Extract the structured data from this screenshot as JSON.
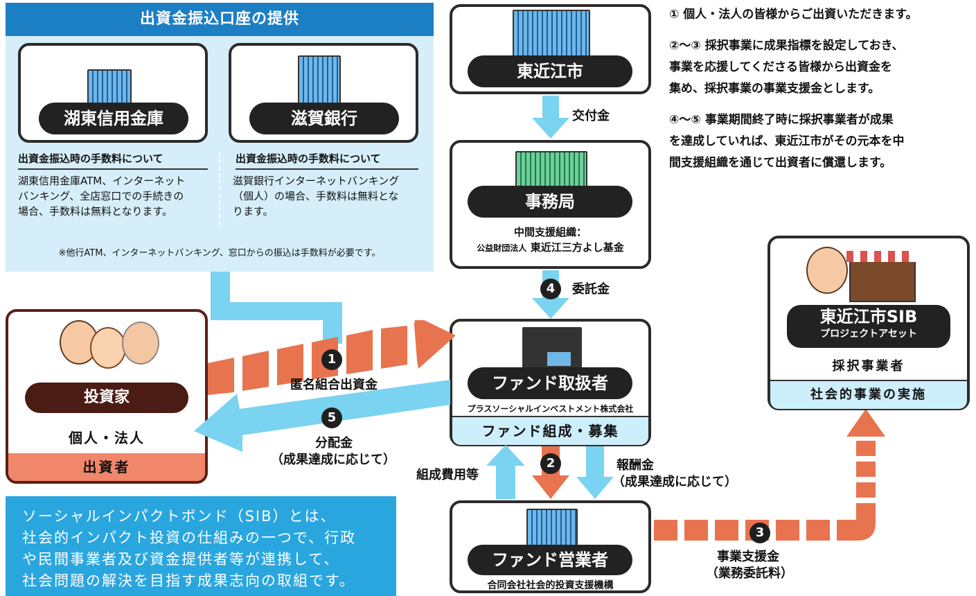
{
  "bank_panel": {
    "title": "出資金振込口座の提供",
    "banks": [
      {
        "name": "湖東信用金庫",
        "fee_title": "出資金振込時の手数料について",
        "fee_lines": [
          "湖東信用金庫ATM、インターネット",
          "バンキング、全店窓口での手続きの",
          "場合、手数料は無料となります。"
        ]
      },
      {
        "name": "滋賀銀行",
        "fee_title": "出資金振込時の手数料について",
        "fee_lines": [
          "滋賀銀行インターネットバンキング",
          "（個人）の場合、手数料は無料とな",
          "ります。"
        ]
      }
    ],
    "footnote": "※他行ATM、インターネットバンキング、窓口からの振込は手数料が必要です。"
  },
  "city": {
    "name": "東近江市"
  },
  "secretariat": {
    "name": "事務局",
    "sub1": "中間支援組織：",
    "sub2_small": "公益財団法人",
    "sub2_main": "東近江三方よし基金"
  },
  "fund_handler": {
    "name": "ファンド取扱者",
    "company": "プラスソーシャルインベストメント株式会社",
    "role": "ファンド組成・募集"
  },
  "fund_seller": {
    "name": "ファンド営業者",
    "company": "合同会社社会的投資支援機構"
  },
  "investor": {
    "name": "投資家",
    "type": "個人・法人",
    "role": "出資者"
  },
  "project": {
    "name": "東近江市SIB",
    "sub": "プロジェクトアセット",
    "type": "採択事業者",
    "role": "社会的事業の実施"
  },
  "flows": {
    "grant": "交付金",
    "consign_num": "4",
    "consign": "委託金",
    "anon_num": "1",
    "anon": "匿名組合出資金",
    "dist_num": "5",
    "dist": "分配金",
    "dist_note": "（成果達成に応じて）",
    "setup": "組成費用等",
    "reward_num": "2",
    "reward": "報酬金",
    "reward_note": "（成果達成に応じて）",
    "support_num": "3",
    "support": "事業支援金",
    "support_note": "（業務委託料）"
  },
  "notes": [
    "① 個人・法人の皆様からご出資いただきます。",
    "②～③ 採択事業に成果指標を設定しておき、",
    "事業を応援してくださる皆様から出資金を",
    "集め、採択事業の事業支援金とします。",
    "④～⑤ 事業期間終了時に採択事業者が成果",
    "を達成していれば、東近江市がその元本を中",
    "間支援組織を通じて出資者に償還します。"
  ],
  "sib_text": [
    "ソーシャルインパクトボンド（SIB）とは、",
    "社会的インパクト投資の仕組みの一つで、行政",
    "や民間事業者及び資金提供者等が連携して、",
    "社会問題の解決を目指す成果志向の取組です。"
  ],
  "colors": {
    "blue": "#1c7fc4",
    "light_blue": "#7ad3f0",
    "orange": "#e8734f",
    "dark_red": "#5a2018"
  }
}
